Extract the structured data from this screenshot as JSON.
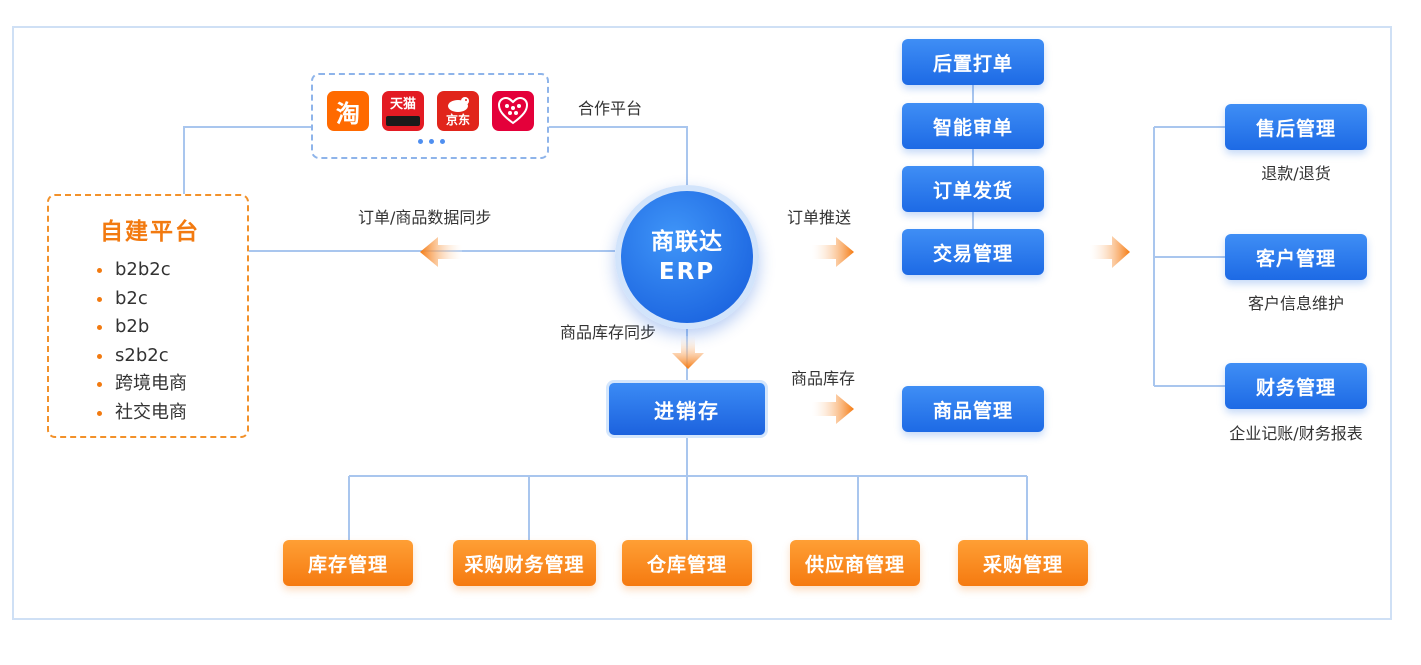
{
  "self_platform": {
    "title": "自建平台",
    "items": [
      "b2b2c",
      "b2c",
      "b2b",
      "s2b2c",
      "跨境电商",
      "社交电商"
    ]
  },
  "coop_platform": {
    "label": "合作平台",
    "logos": [
      {
        "name": "taobao",
        "text": "淘",
        "color": "#ff5a00"
      },
      {
        "name": "tmall",
        "text": "天猫",
        "color": "#e31b23"
      },
      {
        "name": "jd",
        "text": "京东",
        "color": "#e1251b"
      },
      {
        "name": "vip",
        "text": "",
        "color": "#e4003a"
      }
    ]
  },
  "center": {
    "line1": "商联达",
    "line2": "ERP"
  },
  "edge_labels": {
    "sync_orders": "订单/商品数据同步",
    "order_push": "订单推送",
    "stock_sync": "商品库存同步",
    "product_stock": "商品库存"
  },
  "order_modules": [
    "后置打单",
    "智能审单",
    "订单发货",
    "交易管理"
  ],
  "crm_modules": [
    {
      "label": "售后管理",
      "desc": "退款/退货"
    },
    {
      "label": "客户管理",
      "desc": "客户信息维护"
    },
    {
      "label": "财务管理",
      "desc": "企业记账/财务报表"
    }
  ],
  "inventory": {
    "label": "进销存",
    "product": "商品管理"
  },
  "bottom_modules": [
    "库存管理",
    "采购财务管理",
    "仓库管理",
    "供应商管理",
    "采购管理"
  ],
  "colors": {
    "blue": "#1d6ae5",
    "orange": "#f57a10",
    "line": "#a9c6ee"
  }
}
